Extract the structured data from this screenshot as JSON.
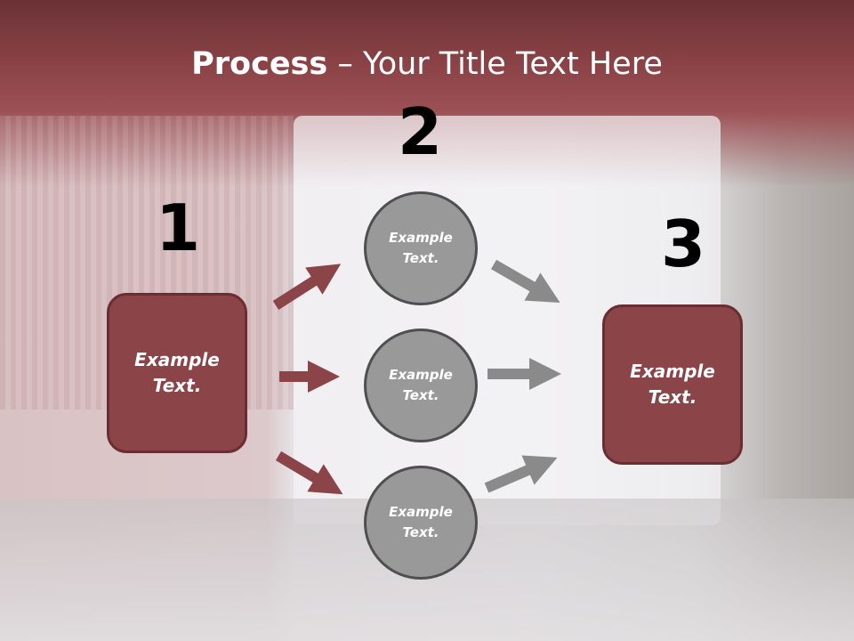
{
  "title": {
    "bold": "Process",
    "rest": " – Your Title Text Here"
  },
  "steps": [
    {
      "number": "1",
      "text": "Example Text."
    },
    {
      "number": "2",
      "items": [
        "Example Text.",
        "Example Text.",
        "Example Text."
      ]
    },
    {
      "number": "3",
      "text": "Example Text."
    }
  ],
  "colors": {
    "accent": "#8b4448",
    "circle": "#999999",
    "arrow_gray": "#8a8a8a"
  }
}
